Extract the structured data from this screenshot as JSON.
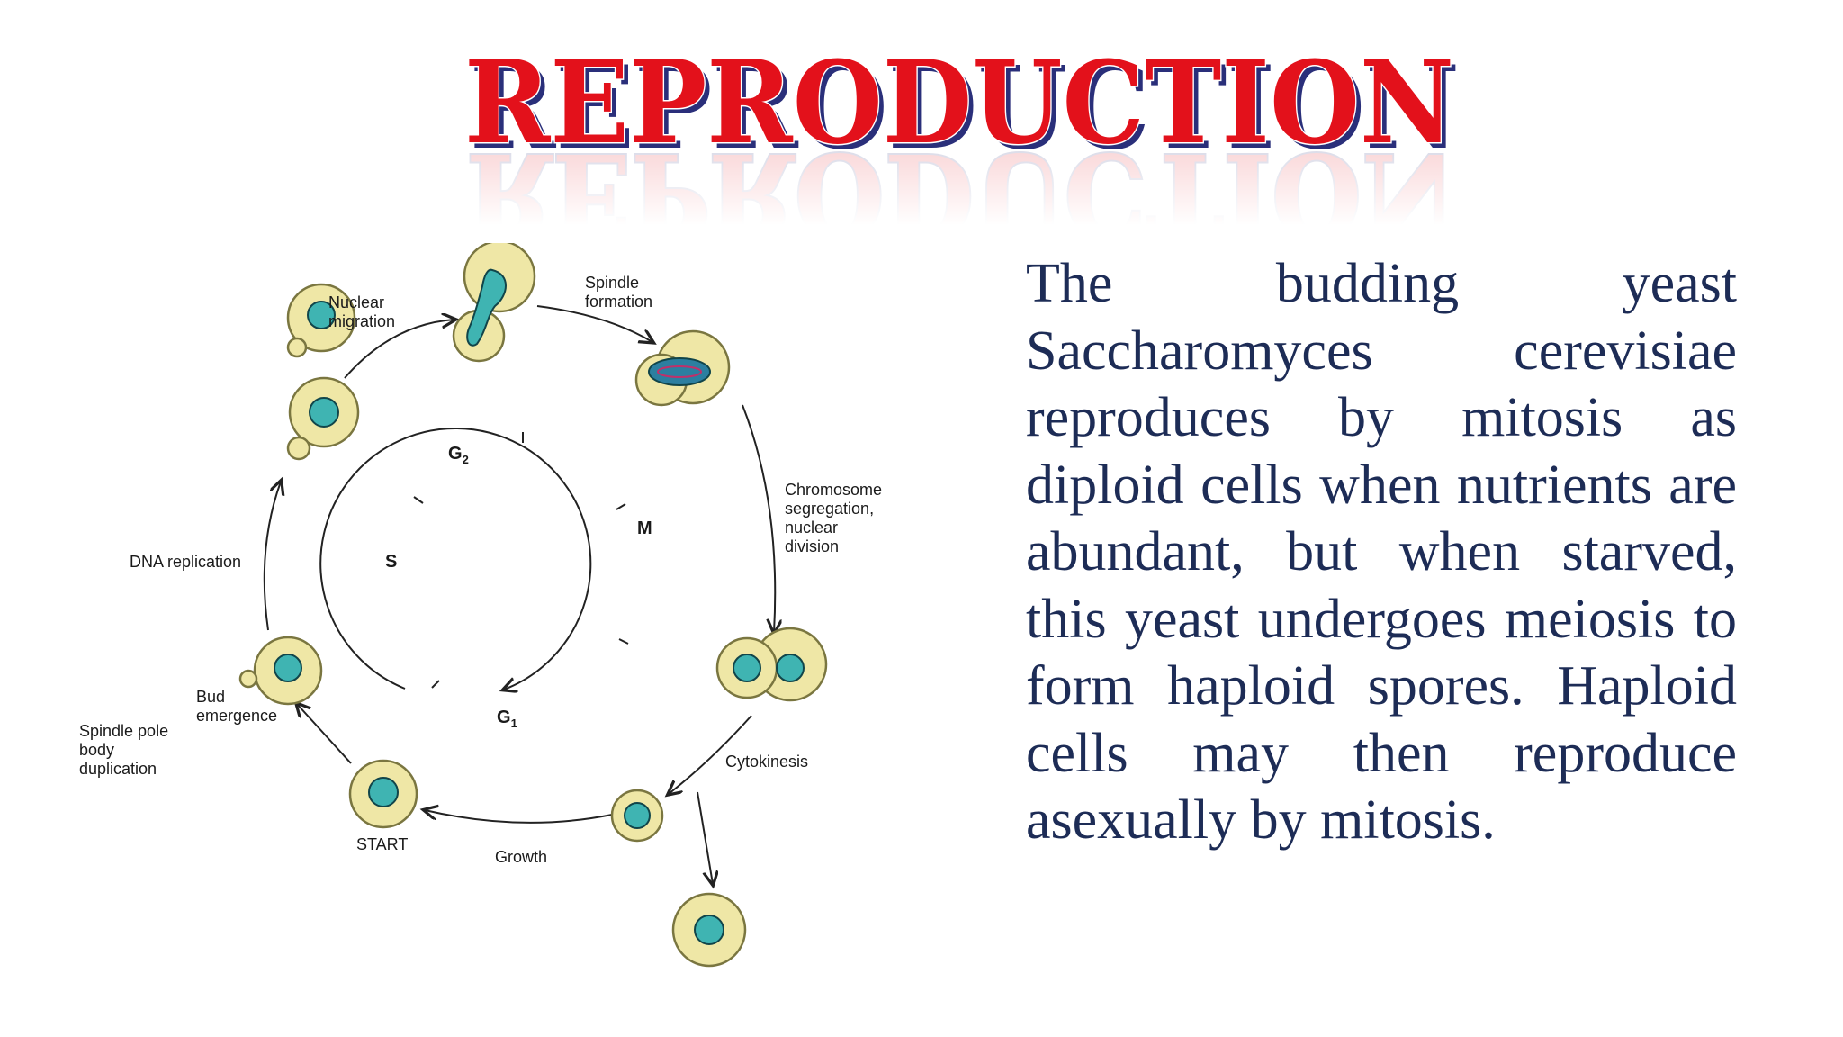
{
  "title": "REPRODUCTION",
  "body_text": "The budding yeast Saccharomyces cerevisiae reproduces by mitosis as diploid cells when nutrients are abundant, but when starved, this yeast undergoes meiosis to form haploid spores. Haploid cells may then reproduce asexually by mitosis.",
  "diagram": {
    "phases": {
      "g2": "G",
      "g2_sub": "2",
      "m": "M",
      "s": "S",
      "g1": "G",
      "g1_sub": "1"
    },
    "labels": {
      "nuclear_migration_1": "Nuclear",
      "nuclear_migration_2": "migration",
      "spindle_formation_1": "Spindle",
      "spindle_formation_2": "formation",
      "chromosome_seg_1": "Chromosome",
      "chromosome_seg_2": "segregation,",
      "chromosome_seg_3": "nuclear",
      "chromosome_seg_4": "division",
      "dna_replication": "DNA replication",
      "bud_emergence_1": "Bud",
      "bud_emergence_2": "emergence",
      "spindle_pole_1": "Spindle pole",
      "spindle_pole_2": "body",
      "spindle_pole_3": "duplication",
      "cytokinesis": "Cytokinesis",
      "start": "START",
      "growth": "Growth"
    }
  },
  "colors": {
    "title_fill": "#e3111b",
    "title_outline": "#2a2f7a",
    "body_text": "#1d2c56",
    "cell_wall": "#efe7a6",
    "nucleus": "#3fb4b2"
  }
}
